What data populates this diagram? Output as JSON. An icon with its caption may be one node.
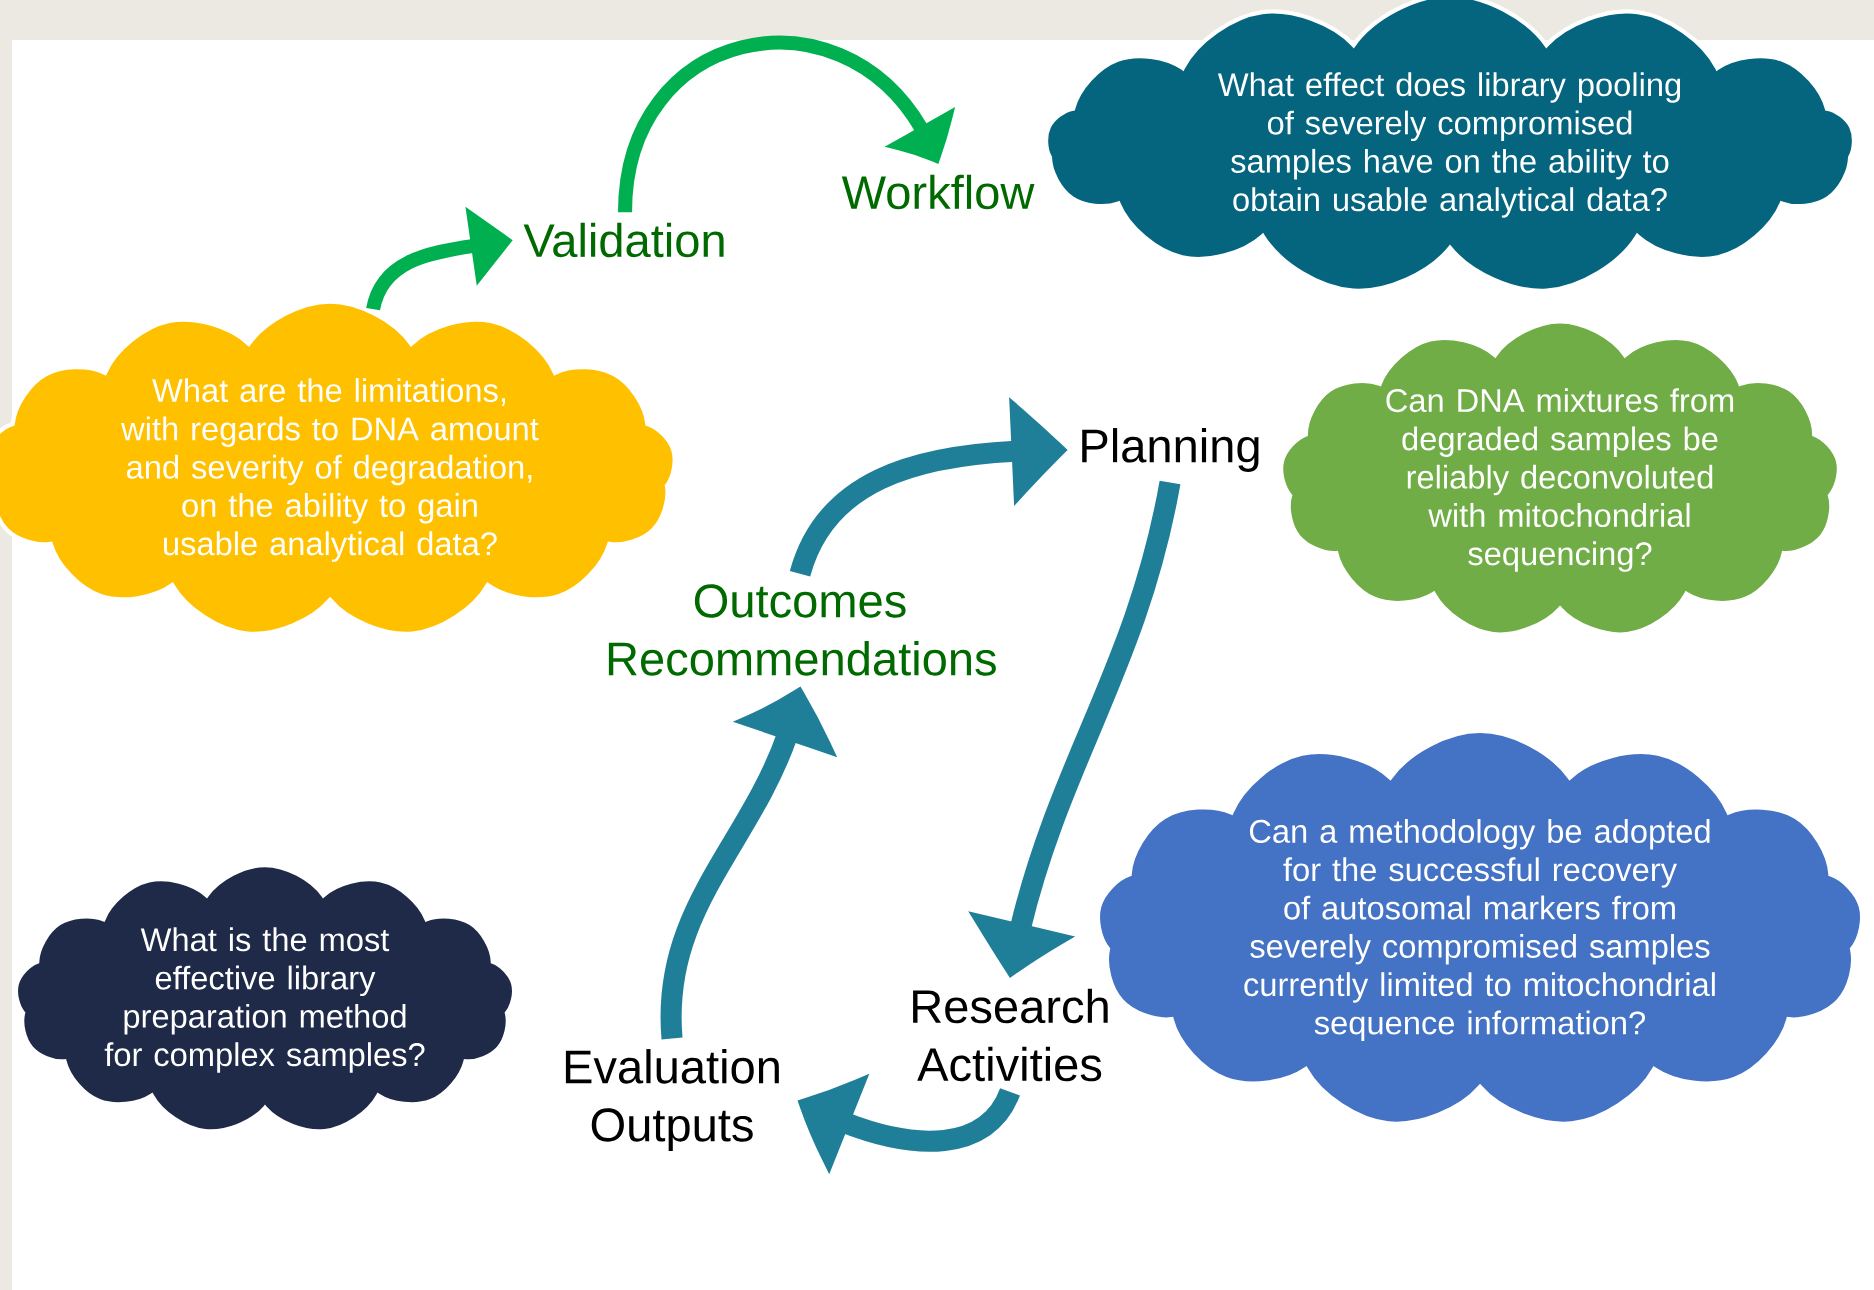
{
  "diagram": {
    "nodes": [
      {
        "text": [
          "Validation"
        ]
      },
      {
        "text": [
          "Workflow"
        ]
      },
      {
        "text": [
          "Outcomes Recommendations"
        ]
      },
      {
        "text": [
          "Planning"
        ]
      },
      {
        "text": [
          "Research Activities"
        ]
      },
      {
        "text": [
          "Evaluation Outputs"
        ]
      },
      {
        "text": [
          "What are the limitations, with regards to DNA amount and severity of degradation, on the ability to gain usable analytical data?"
        ]
      },
      {
        "text": [
          "What effect does library pooling of severely compromised samples have on the ability to obtain usable analytical data?"
        ]
      },
      {
        "text": [
          "Can DNA mixtures from degraded samples be reliably deconvoluted with mitochondrial sequencing?"
        ]
      },
      {
        "text": [
          "Can a methodology be adopted for the successful recovery of autosomal markers from severely compromised samples currently limited to mitochondrial sequence information?"
        ]
      },
      {
        "text": [
          "What is the most effective library preparation method for complex samples?"
        ]
      }
    ],
    "edges": [
      {
        "from": 6,
        "to": 0,
        "arrow": "to",
        "color": "#00b050"
      },
      {
        "from": 0,
        "to": 1,
        "arrow": "to",
        "color": "#00b050"
      },
      {
        "from": 2,
        "to": 3,
        "arrow": "to"
      },
      {
        "from": 3,
        "to": 4,
        "arrow": "to"
      },
      {
        "from": 4,
        "to": 5,
        "arrow": "to"
      },
      {
        "from": 5,
        "to": 2,
        "arrow": "to"
      }
    ]
  }
}
